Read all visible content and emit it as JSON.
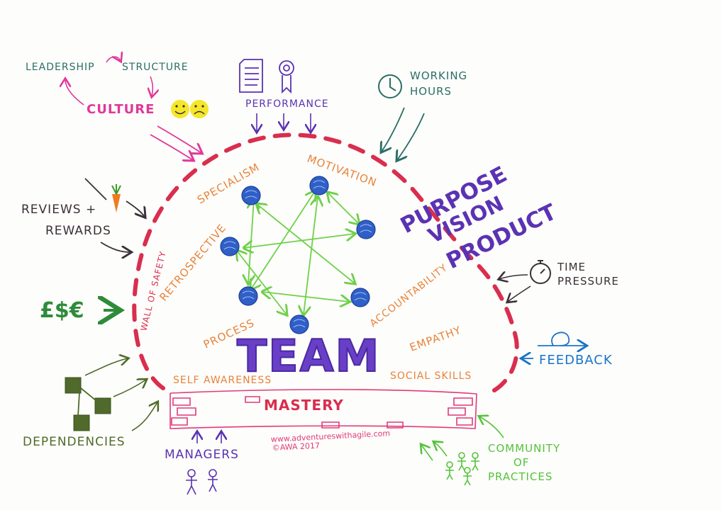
{
  "colors": {
    "teal": "#2b6e66",
    "magenta": "#e0389a",
    "purple": "#5b32b3",
    "dark": "#3a3038",
    "orange": "#e8833a",
    "red": "#d92e4e",
    "green": "#2e8b3a",
    "olive": "#4f6a2a",
    "blue": "#1b74c9",
    "lime": "#55c23a",
    "pink": "#e03a7a",
    "node": "#2f5fc7",
    "arrow_green": "#6fd04a"
  },
  "labels": {
    "leadership": "LEADERSHIP",
    "structure": "STRUCTURE",
    "culture": "CULTURE",
    "performance": "PERFORMANCE",
    "working": "WORKING",
    "hours": "HOURS",
    "reviews": "REVIEWS +",
    "rewards": "REWARDS",
    "money": "£$€",
    "wall_of_safety": "WALL OF SAFETY",
    "specialism": "SPECIALISM",
    "motivation": "MOTIVATION",
    "retrospective": "RETROSPECTIVE",
    "process": "PROCESS",
    "accountability": "ACCOUNTABILITY",
    "empathy": "EMPATHY",
    "team": "TEAM",
    "self_awareness": "SELF AWARENESS",
    "social_skills": "SOCIAL SKILLS",
    "mastery": "MASTERY",
    "purpose": "PURPOSE",
    "vision": "VISION",
    "product": "PRODUCT",
    "time": "TIME",
    "pressure": "PRESSURE",
    "feedback": "FEEDBACK",
    "dependencies": "DEPENDENCIES",
    "managers": "MANAGERS",
    "community": "COMMUNITY",
    "of": "OF",
    "practices": "PRACTICES",
    "url": "www.adventureswithagile.com",
    "copyright": "©AWA 2017"
  }
}
